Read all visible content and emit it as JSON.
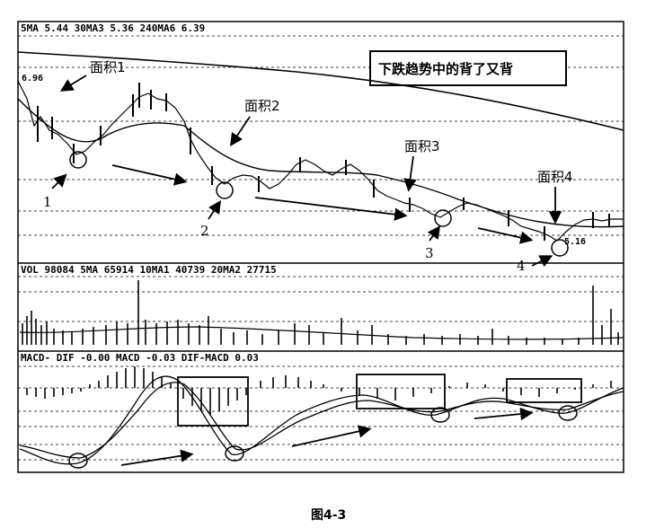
{
  "figure": {
    "caption": "图4-3",
    "title_box": "下跌趋势中的背了又背"
  },
  "chart_data": [
    {
      "type": "line",
      "panel": "price",
      "header": "5MA 5.44   30MA3 5.36   240MA6 6.39",
      "indicators": {
        "5MA": 5.44,
        "30MA3": 5.36,
        "240MA6": 6.39
      },
      "start_price_label": "6.96",
      "low_price_label": "5.16",
      "annotations": [
        {
          "area_label": "面积1",
          "marker": "1"
        },
        {
          "area_label": "面积2",
          "marker": "2"
        },
        {
          "area_label": "面积3",
          "marker": "3"
        },
        {
          "area_label": "面积4",
          "marker": "4"
        }
      ],
      "grid": true
    },
    {
      "type": "bar",
      "panel": "volume",
      "header": "VOL 98084   5MA 65914   10MA1 40739   20MA2 27715",
      "indicators": {
        "VOL": 98084,
        "5MA": 65914,
        "10MA1": 40739,
        "20MA2": 27715
      }
    },
    {
      "type": "line",
      "panel": "macd",
      "header": "MACD- DIF -0.00   MACD -0.03   DIF-MACD 0.03",
      "indicators": {
        "DIF": -0.0,
        "MACD": -0.03,
        "DIF-MACD": 0.03
      },
      "grid": true
    }
  ],
  "colors": {
    "ink": "#000000",
    "background": "#ffffff",
    "grid": "#000000"
  }
}
